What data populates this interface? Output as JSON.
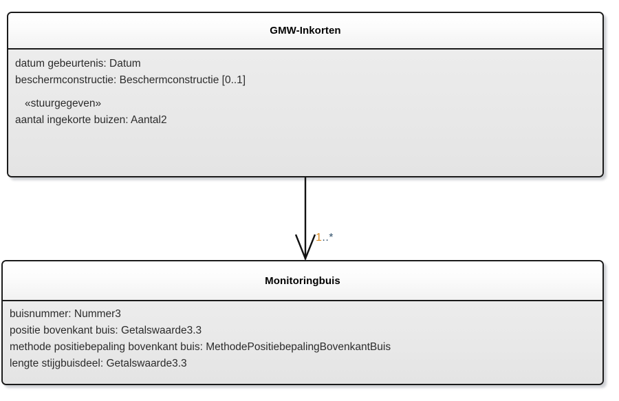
{
  "diagram": {
    "type": "uml-class-diagram",
    "background": "#ffffff",
    "classes": [
      {
        "name": "GMW-Inkorten",
        "attributes": [
          {
            "text": "datum gebeurtenis: Datum",
            "kind": "attribute"
          },
          {
            "text": "beschermconstructie: Beschermconstructie [0..1]",
            "kind": "attribute"
          },
          {
            "text": "«stuurgegeven»",
            "kind": "stereotype"
          },
          {
            "text": "aantal ingekorte buizen: Aantal2",
            "kind": "attribute"
          }
        ]
      },
      {
        "name": "Monitoringbuis",
        "attributes": [
          {
            "text": "buisnummer: Nummer3",
            "kind": "attribute"
          },
          {
            "text": "positie bovenkant buis: Getalswaarde3.3",
            "kind": "attribute"
          },
          {
            "text": "methode positiebepaling bovenkant buis: MethodePositiebepalingBovenkantBuis",
            "kind": "attribute"
          },
          {
            "text": "lengte stijgbuisdeel: Getalswaarde3.3",
            "kind": "attribute"
          }
        ]
      }
    ],
    "connector": {
      "style": "association-directed",
      "arrowhead": "open-v",
      "direction": "down",
      "multiplicity_number": "1",
      "multiplicity_range": "..",
      "multiplicity_star": "*",
      "multiplicity_full": "1..*",
      "multiplicity_color": "#d98a20",
      "line_color": "#111111"
    },
    "colors": {
      "border": "#1a1a1a",
      "header_fill": "#fdfdfd",
      "body_fill": "#e8e8e8",
      "text": "#2b2b2b",
      "title_text": "#000000",
      "shadow": "#9aa0ab"
    }
  }
}
